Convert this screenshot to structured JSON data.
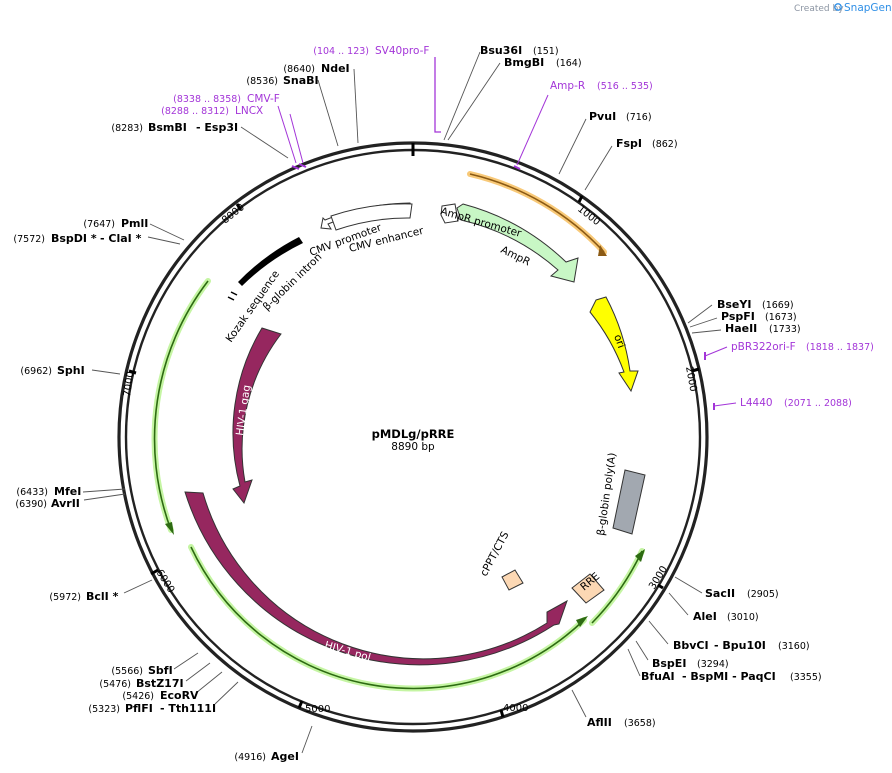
{
  "watermark": {
    "prefix": "Created by",
    "brand": "SnapGene"
  },
  "plasmid": {
    "name": "pMDLg/pRRE",
    "size": "8890 bp"
  },
  "ticks": [
    "1000",
    "2000",
    "3000",
    "4000",
    "5000",
    "6000",
    "7000",
    "8000"
  ],
  "sites": [
    {
      "name": "Bsu36I",
      "pos": "(151)"
    },
    {
      "name": "BmgBI",
      "pos": "(164)"
    },
    {
      "name": "PvuI",
      "pos": "(716)"
    },
    {
      "name": "FspI",
      "pos": "(862)"
    },
    {
      "name": "BseYI",
      "pos": "(1669)"
    },
    {
      "name": "PspFI",
      "pos": "(1673)"
    },
    {
      "name": "HaeII",
      "pos": "(1733)"
    },
    {
      "name": "SacII",
      "pos": "(2905)"
    },
    {
      "name": "AleI",
      "pos": "(3010)"
    },
    {
      "name": "BbvCI",
      "extra": "- Bpu10I",
      "pos": "(3160)"
    },
    {
      "name": "BspEI",
      "pos": "(3294)"
    },
    {
      "name": "BfuAI",
      "extra": "- BspMI - PaqCI",
      "pos": "(3355)"
    },
    {
      "name": "AflII",
      "pos": "(3658)"
    },
    {
      "name": "AgeI",
      "pos": "(4916)"
    },
    {
      "name": "PflFI",
      "extra": "- Tth111I",
      "pos": "(5323)"
    },
    {
      "name": "EcoRV",
      "pos": "(5426)"
    },
    {
      "name": "BstZ17I",
      "pos": "(5476)"
    },
    {
      "name": "SbfI",
      "pos": "(5566)"
    },
    {
      "name": "BclI *",
      "pos": "(5972)"
    },
    {
      "name": "AvrII",
      "pos": "(6390)"
    },
    {
      "name": "MfeI",
      "pos": "(6433)"
    },
    {
      "name": "SphI",
      "pos": "(6962)"
    },
    {
      "name": "BspDI *",
      "extra": "- ClaI *",
      "pos": "(7572)"
    },
    {
      "name": "PmlI",
      "pos": "(7647)"
    },
    {
      "name": "BsmBI",
      "extra": "- Esp3I",
      "pos": "(8283)"
    },
    {
      "name": "SnaBI",
      "pos": "(8536)"
    },
    {
      "name": "NdeI",
      "pos": "(8640)"
    }
  ],
  "primers": [
    {
      "name": "SV40pro-F",
      "pos": "(104 .. 123)"
    },
    {
      "name": "Amp-R",
      "pos": "(516 .. 535)"
    },
    {
      "name": "pBR322ori-F",
      "pos": "(1818 .. 1837)"
    },
    {
      "name": "L4440",
      "pos": "(2071 .. 2088)"
    },
    {
      "name": "CMV-F",
      "pos": "(8338 .. 8358)"
    },
    {
      "name": "LNCX",
      "pos": "(8288 .. 8312)"
    }
  ],
  "features": {
    "ampr_promoter": "AmpR promoter",
    "ampr": "AmpR",
    "ori": "ori",
    "bglobin_polya": "β-globin poly(A)",
    "rre": "RRE",
    "cppt": "cPPT/CTS",
    "hiv_pol": "HIV-1 pol",
    "hiv_gag": "HIV-1 gag",
    "cmv_promoter": "CMV promoter",
    "cmv_enhancer": "CMV enhancer",
    "bglobin_intron": "β-globin intron",
    "kozak": "Kozak sequence"
  },
  "colors": {
    "primer": "#a335d8",
    "ampr": "#c8f7c5",
    "ori": "#ffff00",
    "hiv": "#96275f",
    "polya": "#a2a8b0",
    "rre": "#fcd8b4",
    "orf_highlight": "#b5f08a",
    "orange_orf": "#f5b44a"
  }
}
